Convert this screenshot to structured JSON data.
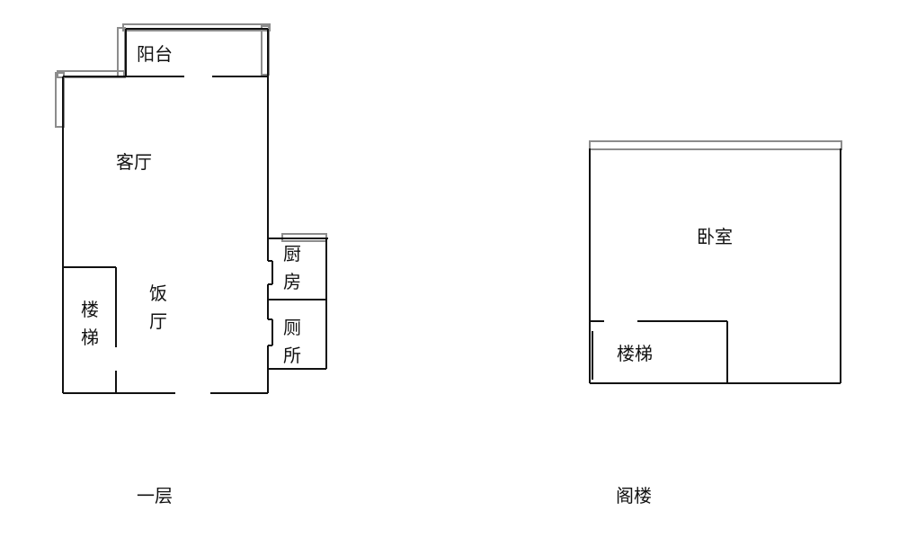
{
  "floor1": {
    "caption": "一层",
    "rooms": {
      "balcony": "阳台",
      "living_room": "客厅",
      "dining_room_line1": "饭",
      "dining_room_line2": "厅",
      "stairs_line1": "楼",
      "stairs_line2": "梯",
      "kitchen_line1": "厨",
      "kitchen_line2": "房",
      "toilet_line1": "厕",
      "toilet_line2": "所"
    }
  },
  "loft": {
    "caption": "阁楼",
    "rooms": {
      "bedroom": "卧室",
      "stairs": "楼梯"
    }
  },
  "colors": {
    "wall": "#111111",
    "window": "#8c8c8c",
    "background": "#ffffff"
  }
}
